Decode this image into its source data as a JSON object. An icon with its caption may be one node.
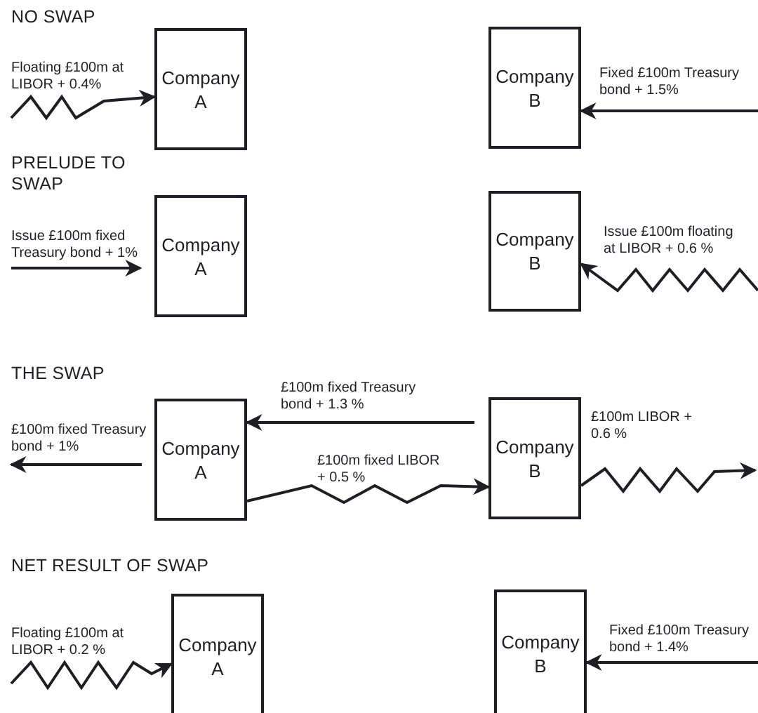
{
  "diagram": {
    "nodes": [
      {
        "text": [
          "Company A"
        ]
      },
      {
        "text": [
          "Company B"
        ]
      },
      {
        "text": [
          "Company A"
        ]
      },
      {
        "text": [
          "Company B"
        ]
      },
      {
        "text": [
          "Company A"
        ]
      },
      {
        "text": [
          "Company B"
        ]
      },
      {
        "text": [
          "Company A"
        ]
      },
      {
        "text": [
          "Company B"
        ]
      }
    ],
    "edges": [
      {
        "from": null,
        "to": 0,
        "arrow": "to",
        "label": "Floating £100m at LIBOR + 0.4%"
      },
      {
        "from": null,
        "to": 1,
        "arrow": "to",
        "label": "Fixed £100m Treasury bond + 1.5%"
      },
      {
        "from": null,
        "to": 2,
        "arrow": "to",
        "label": "Issue £100m fixed Treasury bond + 1%"
      },
      {
        "from": null,
        "to": 3,
        "arrow": "to",
        "label": "Issue £100m floating at LIBOR + 0.6 %"
      },
      {
        "from": 5,
        "to": 4,
        "arrow": "to",
        "label": "£100m fixed Treasury bond + 1.3 %"
      },
      {
        "from": 4,
        "to": null,
        "arrow": "to",
        "label": "£100m fixed Treasury bond + 1%"
      },
      {
        "from": 4,
        "to": 5,
        "arrow": "to",
        "label": "£100m fixed LIBOR + 0.5 %"
      },
      {
        "from": 5,
        "to": null,
        "arrow": "to",
        "label": "£100m LIBOR + 0.6 %"
      },
      {
        "from": null,
        "to": 6,
        "arrow": "to",
        "label": "Floating £100m at LIBOR + 0.2 %"
      },
      {
        "from": null,
        "to": 7,
        "arrow": "to",
        "label": "Fixed £100m Treasury bond + 1.4%"
      }
    ],
    "labels": [
      "NO SWAP",
      "PRELUDE TO SWAP",
      "THE SWAP",
      "NET RESULT OF SWAP"
    ]
  }
}
